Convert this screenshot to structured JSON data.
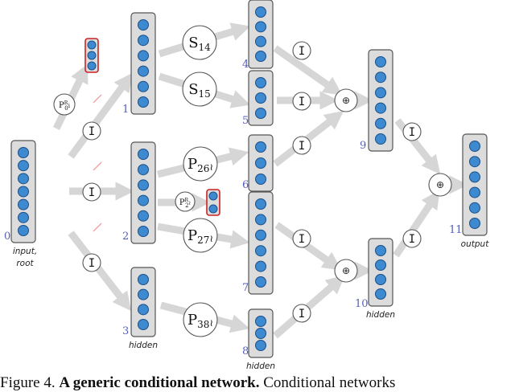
{
  "nodes": [
    {
      "id": "0",
      "label": "0",
      "cells": 7,
      "sublabel_lines": [
        "input,",
        "root"
      ]
    },
    {
      "id": "1",
      "label": "1",
      "cells": 6,
      "sublabel_lines": []
    },
    {
      "id": "2",
      "label": "2",
      "cells": 6,
      "sublabel_lines": []
    },
    {
      "id": "3",
      "label": "3",
      "cells": 4,
      "sublabel_lines": [
        "hidden"
      ]
    },
    {
      "id": "4",
      "label": "4",
      "cells": 4,
      "sublabel_lines": []
    },
    {
      "id": "5",
      "label": "5",
      "cells": 3,
      "sublabel_lines": []
    },
    {
      "id": "6",
      "label": "6",
      "cells": 3,
      "sublabel_lines": []
    },
    {
      "id": "7",
      "label": "7",
      "cells": 6,
      "sublabel_lines": []
    },
    {
      "id": "8",
      "label": "8",
      "cells": 3,
      "sublabel_lines": [
        "hidden"
      ]
    },
    {
      "id": "9",
      "label": "9",
      "cells": 6,
      "sublabel_lines": []
    },
    {
      "id": "10",
      "label": "10",
      "cells": 4,
      "sublabel_lines": [
        "hidden"
      ]
    },
    {
      "id": "11",
      "label": "11",
      "cells": 6,
      "sublabel_lines": [
        "output"
      ]
    }
  ],
  "router_boxes": [
    {
      "id": "r0",
      "cells": 3
    },
    {
      "id": "r2",
      "cells": 2
    }
  ],
  "operators": [
    {
      "id": "P0",
      "main": "P",
      "sup": "R",
      "sub": "0",
      "suffix": "i",
      "kind": "router"
    },
    {
      "id": "I01",
      "text": "I",
      "kind": "identity"
    },
    {
      "id": "I02",
      "text": "I",
      "kind": "identity"
    },
    {
      "id": "I03",
      "text": "I",
      "kind": "identity"
    },
    {
      "id": "S14",
      "main": "S",
      "sub": "14",
      "suffix": "",
      "kind": "split"
    },
    {
      "id": "S15",
      "main": "S",
      "sub": "15",
      "suffix": "",
      "kind": "split"
    },
    {
      "id": "P26",
      "main": "P",
      "sub": "26",
      "suffix": "≀",
      "kind": "split"
    },
    {
      "id": "P2R",
      "main": "P",
      "sup": "R",
      "sub": "2",
      "suffix": "≀",
      "kind": "router"
    },
    {
      "id": "P27",
      "main": "P",
      "sub": "27",
      "suffix": "≀",
      "kind": "split"
    },
    {
      "id": "P38",
      "main": "P",
      "sub": "38",
      "suffix": "≀",
      "kind": "split"
    },
    {
      "id": "I49",
      "text": "I",
      "kind": "identity"
    },
    {
      "id": "I59",
      "text": "I",
      "kind": "identity"
    },
    {
      "id": "I69",
      "text": "I",
      "kind": "identity"
    },
    {
      "id": "I710",
      "text": "I",
      "kind": "identity"
    },
    {
      "id": "I810",
      "text": "I",
      "kind": "identity"
    },
    {
      "id": "I911",
      "text": "I",
      "kind": "identity"
    },
    {
      "id": "I1011",
      "text": "I",
      "kind": "identity"
    }
  ],
  "combiners": [
    {
      "id": "c9",
      "symbol": "⊕"
    },
    {
      "id": "c10",
      "symbol": "⊕"
    },
    {
      "id": "c11",
      "symbol": "⊕"
    }
  ],
  "caption": {
    "prefix": "Figure 4.",
    "title": "A generic conditional network.",
    "rest": "Conditional networks"
  },
  "colors": {
    "node_fill": "#dcdcdc",
    "node_border": "#555555",
    "cell_fill": "#3d8ad0",
    "cell_border": "#1c4f86",
    "router_border": "#cc2222",
    "arrow": "#d6d6d6",
    "label": "#5560b8",
    "dash": "#f0a0a0"
  }
}
